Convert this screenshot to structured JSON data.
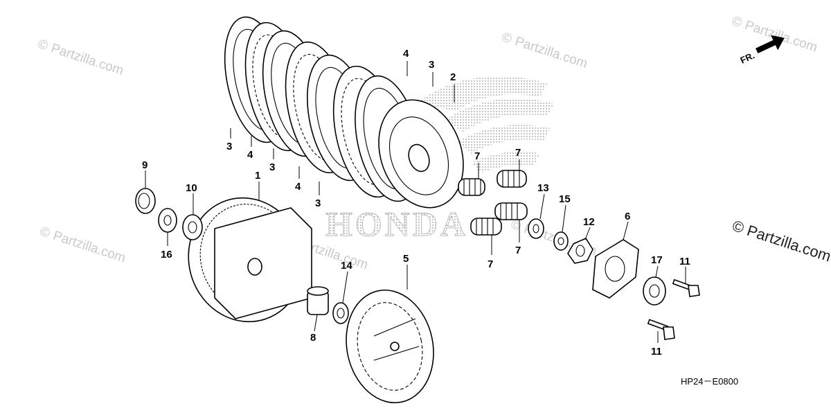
{
  "watermark": {
    "copyright_symbol": "©",
    "site": "Partzilla.com"
  },
  "brand_watermark": "HONDA",
  "direction_label": "FR.",
  "diagram_code": "HP24－E0800",
  "callouts": [
    {
      "id": "c1",
      "text": "1"
    },
    {
      "id": "c2",
      "text": "2"
    },
    {
      "id": "c3a",
      "text": "3"
    },
    {
      "id": "c3b",
      "text": "3"
    },
    {
      "id": "c3c",
      "text": "3"
    },
    {
      "id": "c3d",
      "text": "3"
    },
    {
      "id": "c4a",
      "text": "4"
    },
    {
      "id": "c4b",
      "text": "4"
    },
    {
      "id": "c4c",
      "text": "4"
    },
    {
      "id": "c5",
      "text": "5"
    },
    {
      "id": "c6",
      "text": "6"
    },
    {
      "id": "c7a",
      "text": "7"
    },
    {
      "id": "c7b",
      "text": "7"
    },
    {
      "id": "c7c",
      "text": "7"
    },
    {
      "id": "c7d",
      "text": "7"
    },
    {
      "id": "c8",
      "text": "8"
    },
    {
      "id": "c9",
      "text": "9"
    },
    {
      "id": "c10",
      "text": "10"
    },
    {
      "id": "c11a",
      "text": "11"
    },
    {
      "id": "c11b",
      "text": "11"
    },
    {
      "id": "c12",
      "text": "12"
    },
    {
      "id": "c13",
      "text": "13"
    },
    {
      "id": "c14",
      "text": "14"
    },
    {
      "id": "c15",
      "text": "15"
    },
    {
      "id": "c16",
      "text": "16"
    },
    {
      "id": "c17",
      "text": "17"
    }
  ]
}
